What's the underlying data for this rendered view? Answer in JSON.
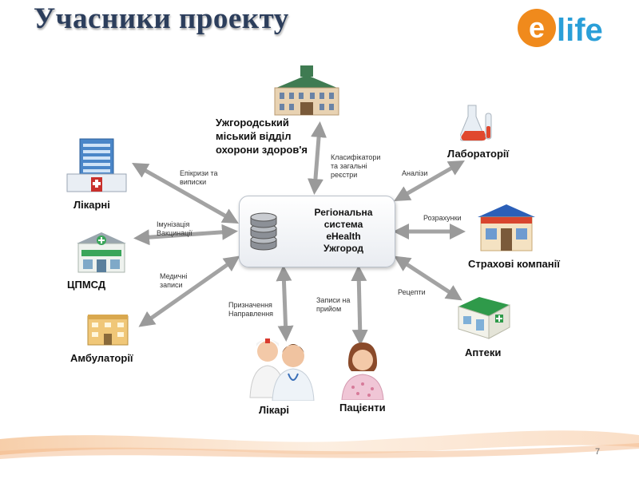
{
  "title": "Учасники проекту",
  "logo": {
    "letter": "e",
    "text": "life",
    "orange": "#f08a1c",
    "blue": "#2a9fd8"
  },
  "center": {
    "label_lines": [
      "Регіональна",
      "система",
      "eHealth",
      "Ужгород"
    ]
  },
  "nodes": {
    "health_dept": {
      "lines": [
        "Ужгородський",
        "міський відділ",
        "охорони здоров'я"
      ]
    },
    "hospitals": {
      "label": "Лікарні"
    },
    "pcc": {
      "label": "ЦПМСД"
    },
    "ambulatory": {
      "label": "Амбулаторії"
    },
    "laboratories": {
      "label": "Лабораторії"
    },
    "insurance": {
      "label": "Страхові компанії"
    },
    "pharmacies": {
      "label": "Аптеки"
    },
    "doctors": {
      "label": "Лікарі"
    },
    "patients": {
      "label": "Пацієнти"
    }
  },
  "edges": {
    "hospitals": [
      "Епікризи та",
      "виписки"
    ],
    "pcc": [
      "Імунізація",
      "Вакцинації"
    ],
    "ambulatory": [
      "Медичні",
      "записи"
    ],
    "health_dept": [
      "Класифікатори",
      "та загальні",
      "реєстри"
    ],
    "laboratories": [
      "Аналізи"
    ],
    "insurance": [
      "Розрахунки"
    ],
    "pharmacies": [
      "Рецепти"
    ],
    "doctors": [
      "Призначення",
      "Направлення"
    ],
    "patients": [
      "Записи на",
      "прийом"
    ]
  },
  "page_number": "7",
  "colors": {
    "arrow": "#9a9a9a",
    "title": "#2c3e5c"
  }
}
